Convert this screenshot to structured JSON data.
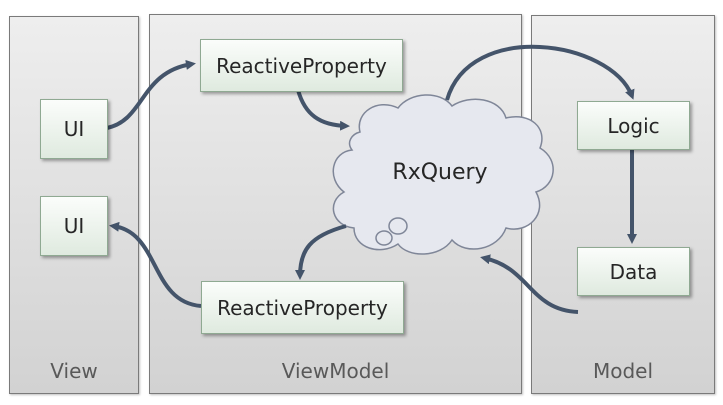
{
  "panels": {
    "view": {
      "label": "View"
    },
    "viewmodel": {
      "label": "ViewModel"
    },
    "model": {
      "label": "Model"
    }
  },
  "nodes": {
    "ui_top": "UI",
    "ui_bottom": "UI",
    "reactive_top": "ReactiveProperty",
    "reactive_bottom": "ReactiveProperty",
    "rxquery": "RxQuery",
    "logic": "Logic",
    "data": "Data"
  },
  "colors": {
    "arrow": "#44546a",
    "node_border": "#8fa992",
    "node_fill_top": "#fbfdfb",
    "node_fill_bottom": "#dfeadf",
    "cloud_fill": "#e6e8ef",
    "cloud_stroke": "#7f8698",
    "panel_border": "#7a7a7a"
  }
}
